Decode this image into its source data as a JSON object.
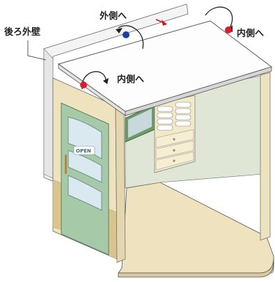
{
  "labels": {
    "back_wall": "後ろ外壁",
    "outward_top": "外側へ",
    "inward_right": "内側へ",
    "inward_mid": "内側へ",
    "sign": "OPEN"
  },
  "colors": {
    "red_dot": "#e01b2a",
    "blue_dot": "#1a3ea8",
    "arrow_red": "#d11a1a",
    "door_green": "#a6c9a8",
    "wall_cream": "#efe3bf",
    "floor": "#efe2bf",
    "brick": "#d9c48e"
  },
  "icons": {
    "rotate_arrow": "curved-arrow-icon",
    "direction_arrow": "red-arrow-icon"
  }
}
